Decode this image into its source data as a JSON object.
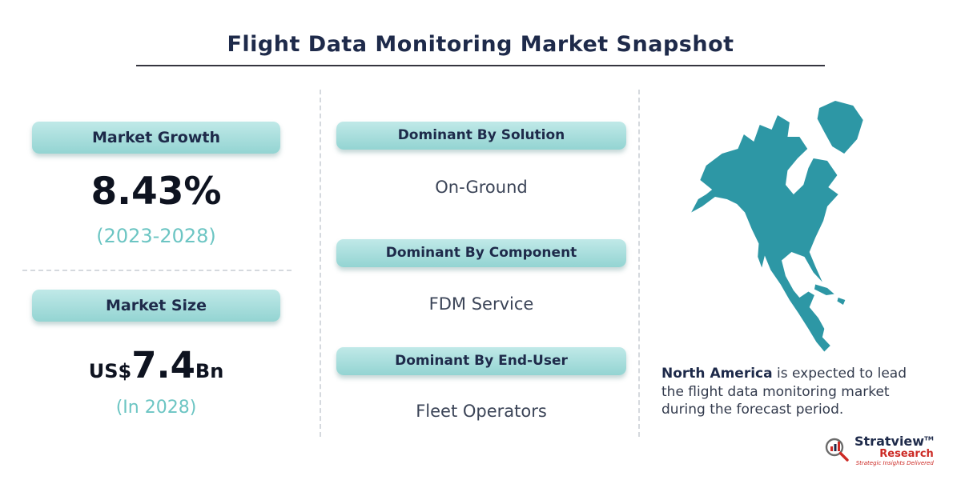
{
  "title": "Flight Data Monitoring Market Snapshot",
  "market_growth": {
    "label": "Market Growth",
    "value": "8.43%",
    "period": "(2023-2028)"
  },
  "market_size": {
    "label": "Market Size",
    "currency": "US$",
    "value": "7.4",
    "unit": "Bn",
    "period": "(In 2028)"
  },
  "dominants": [
    {
      "label": "Dominant By Solution",
      "value": "On-Ground"
    },
    {
      "label": "Dominant By Component",
      "value": "FDM Service"
    },
    {
      "label": "Dominant By End-User",
      "value": "Fleet Operators"
    }
  ],
  "region_note": {
    "region": "North America",
    "text": " is expected to lead the flight data monitoring market during the forecast period."
  },
  "logo": {
    "brand": "Stratview",
    "tm": "TM",
    "brand2": "Research",
    "tagline": "Strategic Insights Delivered"
  },
  "colors": {
    "navy": "#1e2a4a",
    "teal_text": "#6cc5c3",
    "pill_top": "#c0e9e8",
    "pill_bottom": "#93d4d2",
    "map_teal": "#2d97a5",
    "value_text": "#3b4457",
    "line_gray": "#d5d9de",
    "logo_red": "#cc2a25"
  }
}
